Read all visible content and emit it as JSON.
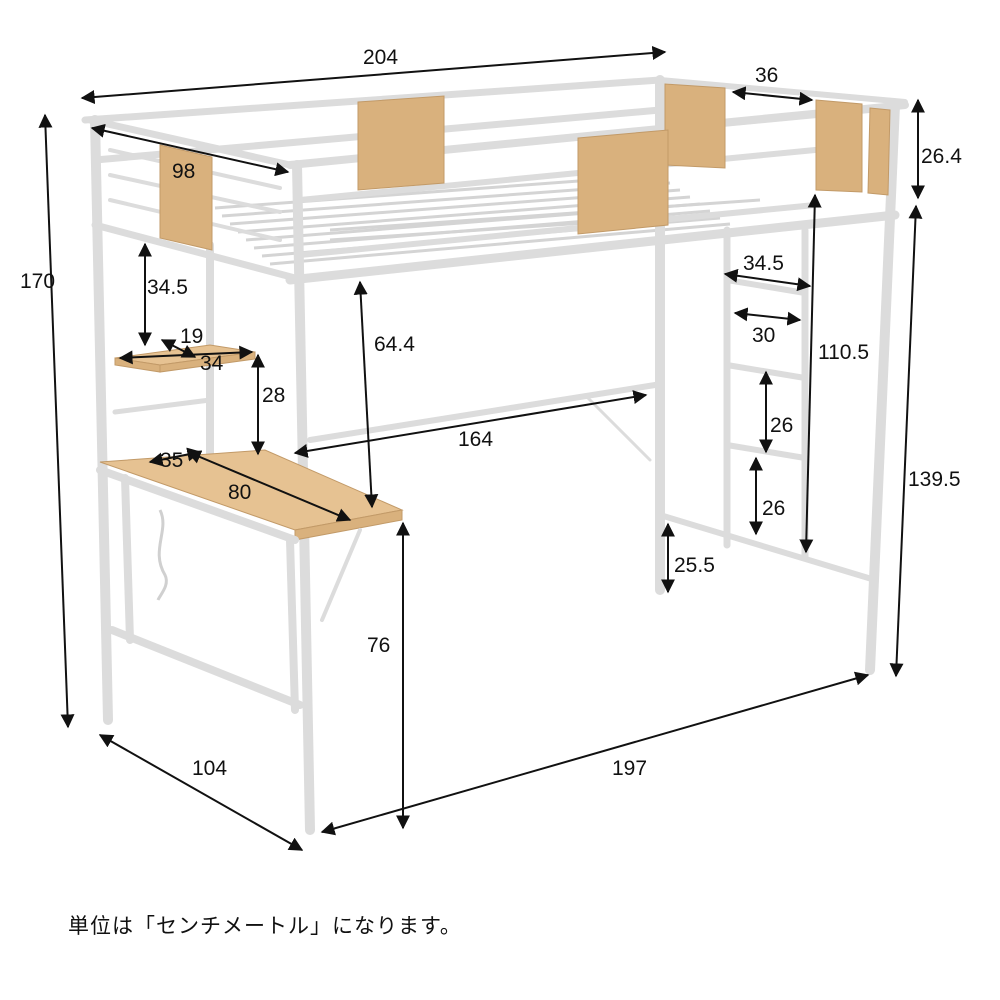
{
  "dimensions": {
    "total_length": "204",
    "guard_panel": "36",
    "guard_height": "26.4",
    "bed_width": "98",
    "total_height": "170",
    "shelf_gap": "34.5",
    "shelf_depth": "19",
    "shelf_width": "34",
    "shelf_to_desk": "28",
    "clearance": "64.4",
    "inner_span": "164",
    "desk_depth": "35",
    "desk_width": "80",
    "desk_height": "76",
    "ladder_top_width": "34.5",
    "ladder_inner_width": "30",
    "ladder_height": "110.5",
    "rung_gap_1": "26",
    "rung_gap_2": "26",
    "ladder_bottom_gap": "25.5",
    "leg_height": "139.5",
    "depth": "104",
    "floor_length": "197"
  },
  "caption": "単位は「センチメートル」になります。"
}
